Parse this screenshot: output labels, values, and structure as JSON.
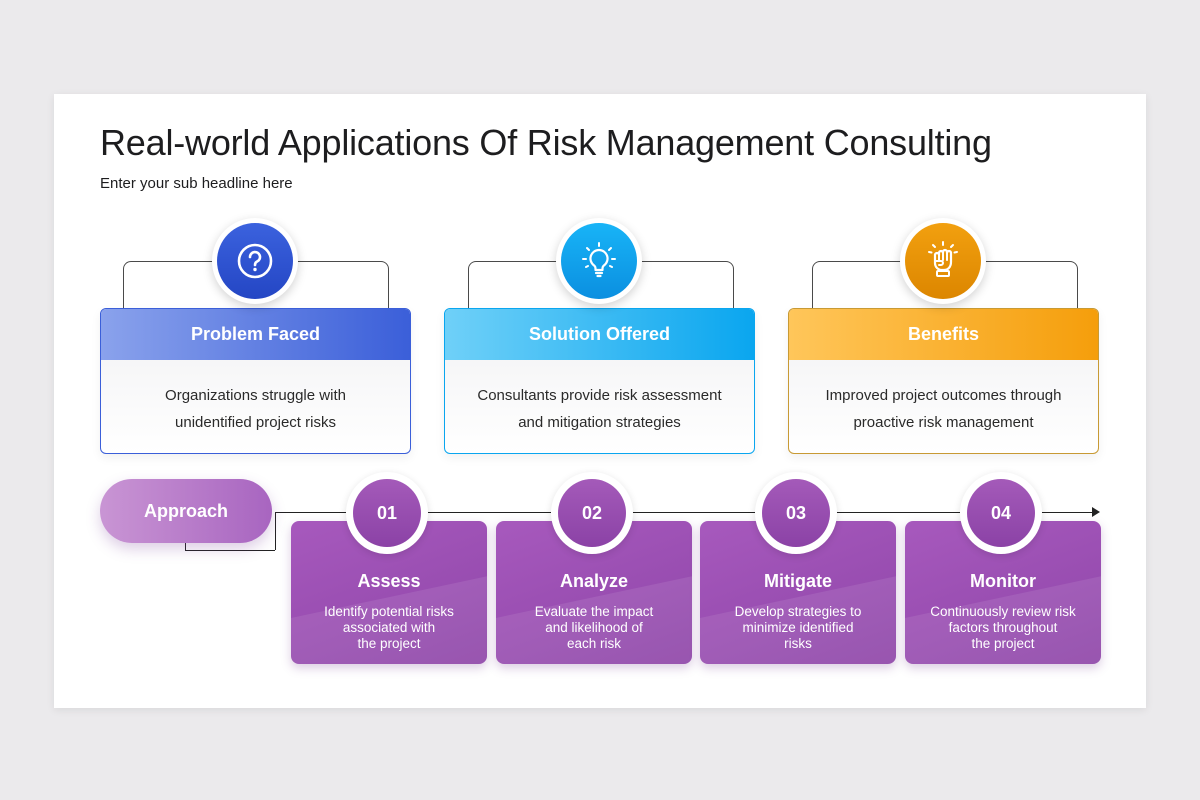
{
  "title": "Real-world Applications Of Risk Management Consulting",
  "subtitle": "Enter your sub headline here",
  "colors": {
    "problem": "#3b5fd9",
    "solution": "#0aa6ef",
    "benefits": "#f2a00f",
    "approach": "#9b52b5"
  },
  "cards": [
    {
      "icon": "question-icon",
      "heading": "Problem Faced",
      "body": "Organizations struggle with unidentified project risks"
    },
    {
      "icon": "lightbulb-icon",
      "heading": "Solution Offered",
      "body": "Consultants provide risk assessment and mitigation strategies"
    },
    {
      "icon": "raised-fist-icon",
      "heading": "Benefits",
      "body": "Improved project outcomes through proactive risk management"
    }
  ],
  "approach": {
    "label": "Approach",
    "steps": [
      {
        "number": "01",
        "title": "Assess",
        "desc": "Identify potential risks\nassociated with\nthe project"
      },
      {
        "number": "02",
        "title": "Analyze",
        "desc": "Evaluate the impact\nand likelihood of\neach risk"
      },
      {
        "number": "03",
        "title": "Mitigate",
        "desc": "Develop strategies to\nminimize identified\nrisks"
      },
      {
        "number": "04",
        "title": "Monitor",
        "desc": "Continuously review risk\nfactors throughout\nthe project"
      }
    ]
  }
}
